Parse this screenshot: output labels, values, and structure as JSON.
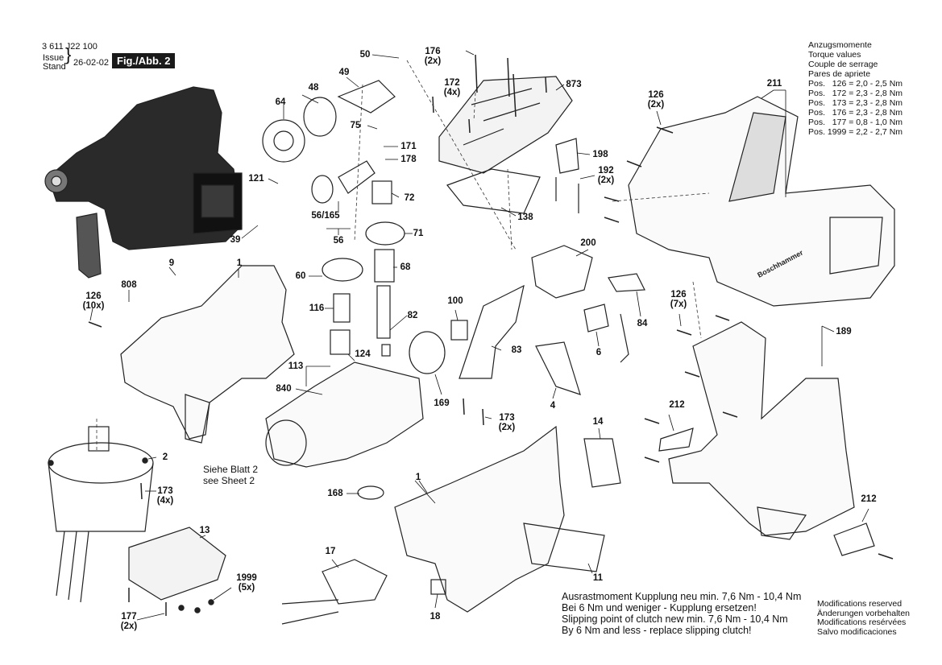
{
  "header": {
    "doc_number": "3 611 J22 100",
    "issue_label_1": "Issue",
    "issue_label_2": "Stand",
    "date": "26-02-02",
    "figure": "Fig./Abb. 2"
  },
  "torque": {
    "title_lines": [
      "Anzugsmomente",
      "Torque values",
      "Couple de serrage",
      "Pares de apriete"
    ],
    "rows": [
      "Pos.   126 = 2,0 - 2,5 Nm",
      "Pos.   172 = 2,3 - 2,8 Nm",
      "Pos.   173 = 2,3 - 2,8 Nm",
      "Pos.   176 = 2,3 - 2,8 Nm",
      "Pos.   177 = 0,8 - 1,0 Nm",
      "Pos. 1999 = 2,2 - 2,7 Nm"
    ]
  },
  "clutch_note": [
    "Ausrastmoment Kupplung neu min. 7,6 Nm - 10,4 Nm",
    "Bei 6 Nm und weniger - Kupplung ersetzen!",
    "Slipping point of clutch new min. 7,6 Nm - 10,4 Nm",
    "By 6 Nm and less - replace slipping clutch!"
  ],
  "modifications": [
    "Modifications reserved",
    "Änderungen vorbehalten",
    "Modifications resérvées",
    "Salvo modificaciones"
  ],
  "sheet_note": [
    "Siehe Blatt 2",
    "see Sheet 2"
  ],
  "brand_text": "Boschhammer",
  "parts": {
    "p50": "50",
    "p176": "176\n(2x)",
    "p172": "172\n(4x)",
    "p873": "873",
    "p48": "48",
    "p49": "49",
    "p64": "64",
    "p75": "75",
    "p171": "171",
    "p178": "178",
    "p121": "121",
    "p56_165": "56/165",
    "p72": "72",
    "p56": "56",
    "p39": "39",
    "p71": "71",
    "p9": "9",
    "p1a": "1",
    "p60": "60",
    "p68": "68",
    "p808": "808",
    "p126a": "126\n(10x)",
    "p116": "116",
    "p82": "82",
    "p113": "113",
    "p124": "124",
    "p840": "840",
    "p100": "100",
    "p83": "83",
    "p169": "169",
    "p173a": "173\n(2x)",
    "p2": "2",
    "p173b": "173\n(4x)",
    "p168": "168",
    "p13": "13",
    "p1999": "1999\n(5x)",
    "p177": "177\n(2x)",
    "p17": "17",
    "p18": "18",
    "p1b": "1",
    "p11": "11",
    "p14": "14",
    "p198": "198",
    "p192": "192\n(2x)",
    "p138": "138",
    "p200": "200",
    "p84": "84",
    "p6": "6",
    "p4": "4",
    "p126b": "126\n(2x)",
    "p211": "211",
    "p126c": "126\n(7x)",
    "p189": "189",
    "p212a": "212",
    "p212b": "212"
  }
}
